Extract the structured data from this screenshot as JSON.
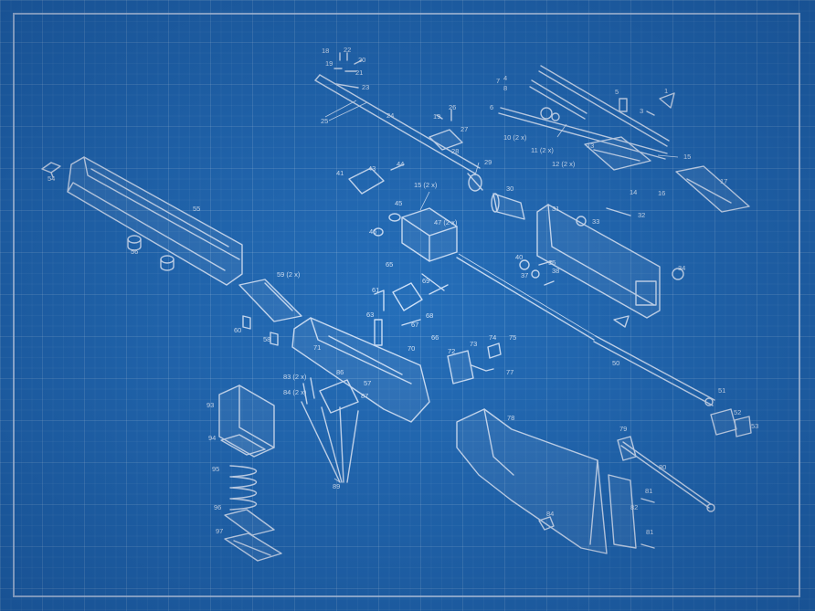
{
  "labels": {
    "l1": "1",
    "l3": "3",
    "l4": "4",
    "l5": "5",
    "l6": "6",
    "l7": "7",
    "l8": "8",
    "l10": "10 (2 x)",
    "l11": "11 (2 x)",
    "l12": "12 (2 x)",
    "l13": "13",
    "l14": "14",
    "l15": "15",
    "l15b": "15 (2 x)",
    "l16": "16",
    "l17": "17",
    "l18": "18",
    "l19": "19",
    "l19b": "19",
    "l20": "20",
    "l21": "21",
    "l22": "22",
    "l23": "23",
    "l24": "24",
    "l25": "25",
    "l26": "26",
    "l27": "27",
    "l28": "28",
    "l29": "29",
    "l30": "30",
    "l31": "31",
    "l32": "32",
    "l33": "33",
    "l34": "34",
    "l36": "36",
    "l37": "37",
    "l38": "38",
    "l40": "40",
    "l41": "41",
    "l43": "43",
    "l44": "44",
    "l45": "45",
    "l46": "46",
    "l47": "47 (2 x)",
    "l50": "50",
    "l51": "51",
    "l52": "52",
    "l53": "53",
    "l54": "54",
    "l55": "55",
    "l56": "56",
    "l57": "57",
    "l58": "58",
    "l59": "59 (2 x)",
    "l60": "60",
    "l61": "61",
    "l63": "63",
    "l65": "65",
    "l66": "66",
    "l67": "67",
    "l68": "68",
    "l69": "69",
    "l70": "70",
    "l71": "71",
    "l72": "72",
    "l73": "73",
    "l74": "74",
    "l75": "75",
    "l77": "77",
    "l78": "78",
    "l79": "79",
    "l80": "80",
    "l81": "81",
    "l81b": "81",
    "l82": "82",
    "l83": "83 (2 x)",
    "l84": "84 (2 x)",
    "l84b": "84",
    "l86": "86",
    "l87": "87",
    "l89": "89",
    "l93": "93",
    "l94": "94",
    "l95": "95",
    "l96": "96",
    "l97": "97"
  },
  "colors": {
    "background": "#2068b2",
    "line": "#eef4ff"
  }
}
